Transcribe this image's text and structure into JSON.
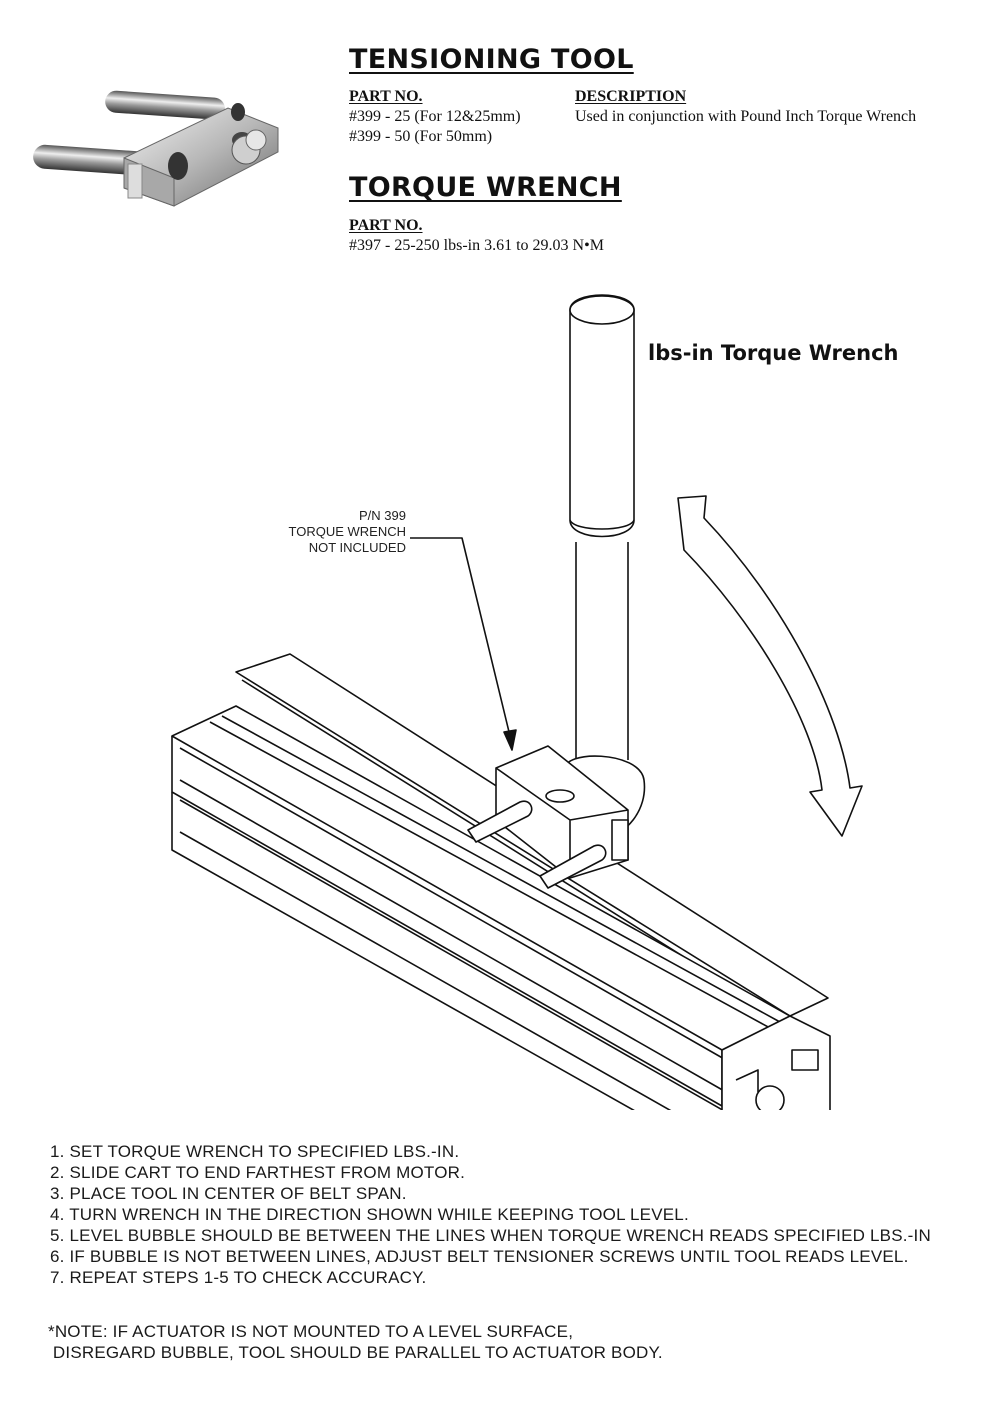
{
  "tensioning_tool": {
    "title": "TENSIONING TOOL",
    "part_no_label": "PART NO.",
    "description_label": "DESCRIPTION",
    "parts": [
      "#399 - 25 (For 12&25mm)",
      "#399 - 50 (For 50mm)"
    ],
    "description": "Used in conjunction with Pound Inch Torque Wrench"
  },
  "torque_wrench": {
    "title": "TORQUE WRENCH",
    "part_no_label": "PART NO.",
    "part": "#397 - 25-250 lbs-in  3.61 to 29.03 N•M"
  },
  "diagram": {
    "wrench_label": "lbs-in Torque Wrench",
    "callout_lines": [
      "P/N 399",
      "TORQUE WRENCH",
      "NOT INCLUDED"
    ]
  },
  "steps": [
    "1.  SET TORQUE WRENCH TO SPECIFIED LBS.-IN.",
    "2.  SLIDE CART TO END FARTHEST FROM MOTOR.",
    "3.  PLACE TOOL IN CENTER OF BELT SPAN.",
    "4.  TURN WRENCH IN THE DIRECTION SHOWN WHILE KEEPING TOOL LEVEL.",
    "5.  LEVEL BUBBLE SHOULD BE BETWEEN THE LINES WHEN TORQUE WRENCH READS SPECIFIED LBS.-IN",
    "6.  IF BUBBLE IS NOT BETWEEN LINES, ADJUST BELT TENSIONER SCREWS UNTIL TOOL READS LEVEL.",
    "7.  REPEAT STEPS 1-5 TO CHECK ACCURACY."
  ],
  "note_lines": [
    "*NOTE: IF ACTUATOR IS NOT MOUNTED TO A LEVEL SURFACE,",
    " DISREGARD BUBBLE, TOOL SHOULD BE PARALLEL TO ACTUATOR BODY."
  ]
}
